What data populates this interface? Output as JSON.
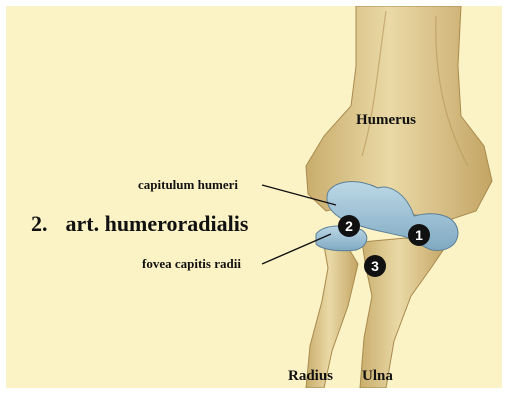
{
  "title": {
    "number": "2.",
    "text": "art. humeroradialis"
  },
  "bones": {
    "humerus": "Humerus",
    "radius": "Radius",
    "ulna": "Ulna"
  },
  "callouts": {
    "capitulum": "capitulum humeri",
    "fovea": "fovea capitis radii"
  },
  "markers": [
    "1",
    "2",
    "3"
  ],
  "colors": {
    "background": "#fbf3c6",
    "bone": "#ddc78e",
    "cartilage": "#9fc3d6",
    "marker": "#111111"
  }
}
